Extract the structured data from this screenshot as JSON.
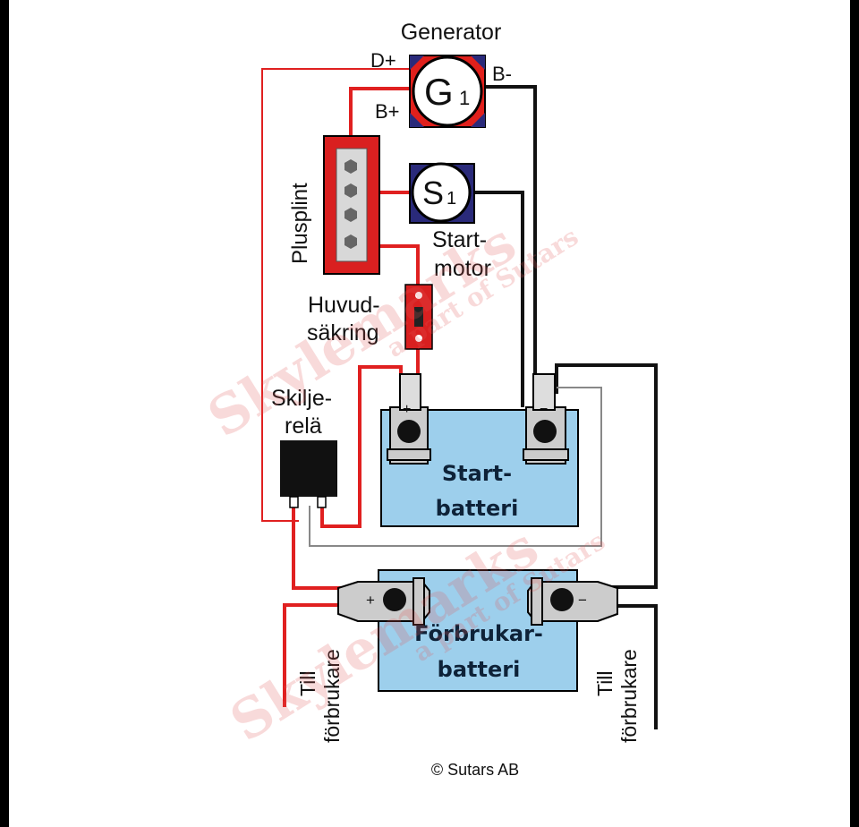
{
  "labels": {
    "generator": "Generator",
    "d_plus": "D+",
    "b_minus": "B-",
    "b_plus": "B+",
    "g1_letter": "G",
    "g1_sub": "1",
    "s1_letter": "S",
    "s1_sub": "1",
    "startmotor_1": "Start-",
    "startmotor_2": "motor",
    "plusplint": "Plusplint",
    "huvud_1": "Huvud-",
    "huvud_2": "säkring",
    "skilje_1": "Skilje-",
    "skilje_2": "relä",
    "startbatteri_1": "Start-",
    "startbatteri_2": "batteri",
    "forbrukar_1": "Förbrukar-",
    "forbrukar_2": "batteri",
    "till_left_1": "Till",
    "till_left_2": "förbrukare",
    "till_right_1": "Till",
    "till_right_2": "förbrukare",
    "plus_sign": "+",
    "minus_sign": "−",
    "copyright": "© Sutars AB"
  },
  "watermark": {
    "main": "Skylemarks",
    "sub": "a part of Sutars"
  },
  "colors": {
    "wire_positive": "#e02020",
    "wire_negative": "#111111",
    "wire_thin": "#888888",
    "battery_fill": "#9dcfec",
    "generator_red": "#e0201c",
    "startmotor_blue": "#2a2a7a",
    "watermark": "#e25a5a"
  }
}
